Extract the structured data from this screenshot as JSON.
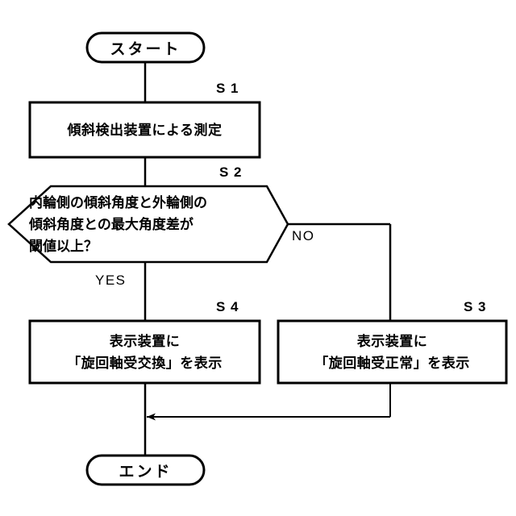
{
  "diagram": {
    "type": "flowchart",
    "language": "ja",
    "background_color": "#ffffff",
    "line_color": "#000000",
    "nodes": {
      "start": {
        "shape": "terminal",
        "label": "スタート"
      },
      "s1": {
        "shape": "process",
        "step": "S 1",
        "lines": [
          "傾斜検出装置による測定"
        ]
      },
      "s2": {
        "shape": "decision",
        "step": "S 2",
        "lines": [
          "内輪側の傾斜角度と外輪側の",
          "傾斜角度との最大角度差が",
          "閾値以上？"
        ]
      },
      "s4": {
        "shape": "process",
        "step": "S 4",
        "lines": [
          "表示装置に",
          "「旋回軸受交換」を表示"
        ]
      },
      "s3": {
        "shape": "process",
        "step": "S 3",
        "lines": [
          "表示装置に",
          "「旋回軸受正常」を表示"
        ]
      },
      "end": {
        "shape": "terminal",
        "label": "エンド"
      }
    },
    "branches": {
      "yes": "YES",
      "no": "NO"
    }
  }
}
